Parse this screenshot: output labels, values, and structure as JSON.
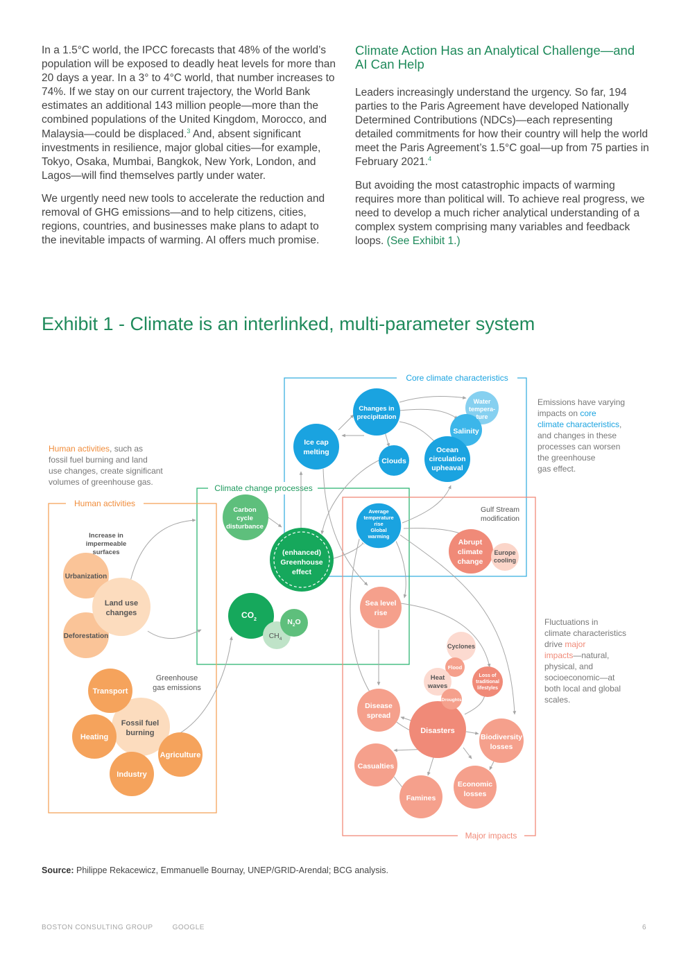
{
  "left_column": {
    "p1": {
      "a": "In a 1.5°C world, the IPCC forecasts that 48% of the world’s population will be exposed to deadly heat levels for more than 20 days a year. In a 3° to 4°C world, that number increases to 74%. If we stay on our current trajectory, the World Bank estimates an additional 143 million people—more than the combined populations of the United Kingdom, Morocco, and Malaysia—could be displaced.",
      "sup": "3",
      "b": " And, absent significant investments in resilience, major global cities—for example, Tokyo, Osaka, Mumbai, Bangkok, New York, London, and Lagos—will find themselves partly under water."
    },
    "p2": "We urgently need new tools to accelerate the reduction and removal of GHG emissions—and to help citizens, cities, regions, countries, and businesses make plans to adapt to the inevitable impacts of warming. AI offers much promise."
  },
  "right_column": {
    "heading": "Climate Action Has an Analytical Challenge—and AI Can Help",
    "p1": {
      "a": "Leaders increasingly understand the urgency. So far, 194 parties to the Paris Agreement have developed Nationally Determined Contributions (NDCs)—each representing detailed commitments for how their country will help the world meet the Paris Agreement’s 1.5°C goal—up from 75 parties in February 2021.",
      "sup": "4"
    },
    "p2": {
      "a": "But avoiding the most catastrophic impacts of warming requires more than political will. To achieve real progress, we need to develop a much richer analytical understanding of a complex system comprising many variables and feedback loops. ",
      "link": "(See Exhibit 1.)"
    }
  },
  "exhibit": {
    "title": "Exhibit 1 - Climate is an interlinked, multi-parameter system",
    "boxes": {
      "core": "Core climate characteristics",
      "processes": "Climate change processes",
      "human": "Human activities",
      "impacts": "Major impacts"
    },
    "notes": {
      "human": {
        "hl": "Human activities",
        "rest": [
          ", such as",
          "fossil fuel burning and land",
          "use changes, create significant",
          "volumes of greenhouse gas."
        ]
      },
      "core": {
        "l1": "Emissions have varying",
        "l2": "impacts on ",
        "hl1": "core",
        "hl2": "climate characteristics",
        "l3": ",",
        "rest": [
          "and changes in these",
          "processes can worsen",
          "the greenhouse",
          "gas effect."
        ]
      },
      "impacts": {
        "pre": [
          "Fluctuations in",
          "climate characteristics"
        ],
        "l3": "drive ",
        "hl1": "major",
        "hl2": "impacts",
        "l4": "—natural,",
        "rest": [
          "physical, and",
          "socioeconomic—at",
          "both local and global",
          "scales."
        ]
      },
      "ghg": [
        "Greenhouse",
        "gas emissions"
      ],
      "gulf": [
        "Gulf Stream",
        "modification"
      ]
    },
    "nodes": {
      "impermeable": [
        "Increase in",
        "impermeable",
        "surfaces"
      ],
      "urbanization": "Urbanization",
      "land_use": [
        "Land use",
        "changes"
      ],
      "deforestation": "Deforestation",
      "transport": "Transport",
      "fossil_fuel": [
        "Fossil fuel",
        "burning"
      ],
      "heating": "Heating",
      "agriculture": "Agriculture",
      "industry": "Industry",
      "carbon_cycle": [
        "Carbon",
        "cycle",
        "disturbance"
      ],
      "greenhouse": [
        "(enhanced)",
        "Greenhouse",
        "effect"
      ],
      "co2": "CO",
      "co2_sub": "2",
      "n2o": "N",
      "n2o_sub": "2",
      "n2o_tail": "O",
      "ch4": "CH",
      "ch4_sub": "4",
      "ice_cap": [
        "Ice cap",
        "melting"
      ],
      "precip": [
        "Changes in",
        "precipitation"
      ],
      "water_temp": [
        "Water",
        "tempera-",
        "ture"
      ],
      "salinity": "Salinity",
      "clouds": "Clouds",
      "ocean": [
        "Ocean",
        "circulation",
        "upheaval"
      ],
      "avg_temp": [
        "Average",
        "temperature",
        "rise",
        "Global",
        "warming"
      ],
      "abrupt": [
        "Abrupt",
        "climate",
        "change"
      ],
      "europe": [
        "Europe",
        "cooling"
      ],
      "sea_level": [
        "Sea level",
        "rise"
      ],
      "cyclones": "Cyclones",
      "flood": "Flood",
      "heat_waves": [
        "Heat",
        "waves"
      ],
      "droughts": "Droughts",
      "loss_lifestyles": [
        "Loss of",
        "traditional",
        "lifestyles"
      ],
      "disease": [
        "Disease",
        "spread"
      ],
      "disasters": "Disasters",
      "biodiversity": [
        "Biodiversity",
        "losses"
      ],
      "casualties": "Casualties",
      "economic": [
        "Economic",
        "losses"
      ],
      "famines": "Famines"
    },
    "colors": {
      "green": "#1f8a5b",
      "blue": "#1aa3e0",
      "orange": "#f5a35c",
      "coral": "#f08a78"
    }
  },
  "source": {
    "label": "Source:",
    "text": " Philippe Rekacewicz, Emmanuelle Bournay, UNEP/GRID-Arendal; BCG analysis."
  },
  "footer": {
    "org": "BOSTON CONSULTING GROUP",
    "partner": "GOOGLE",
    "page": "6"
  }
}
